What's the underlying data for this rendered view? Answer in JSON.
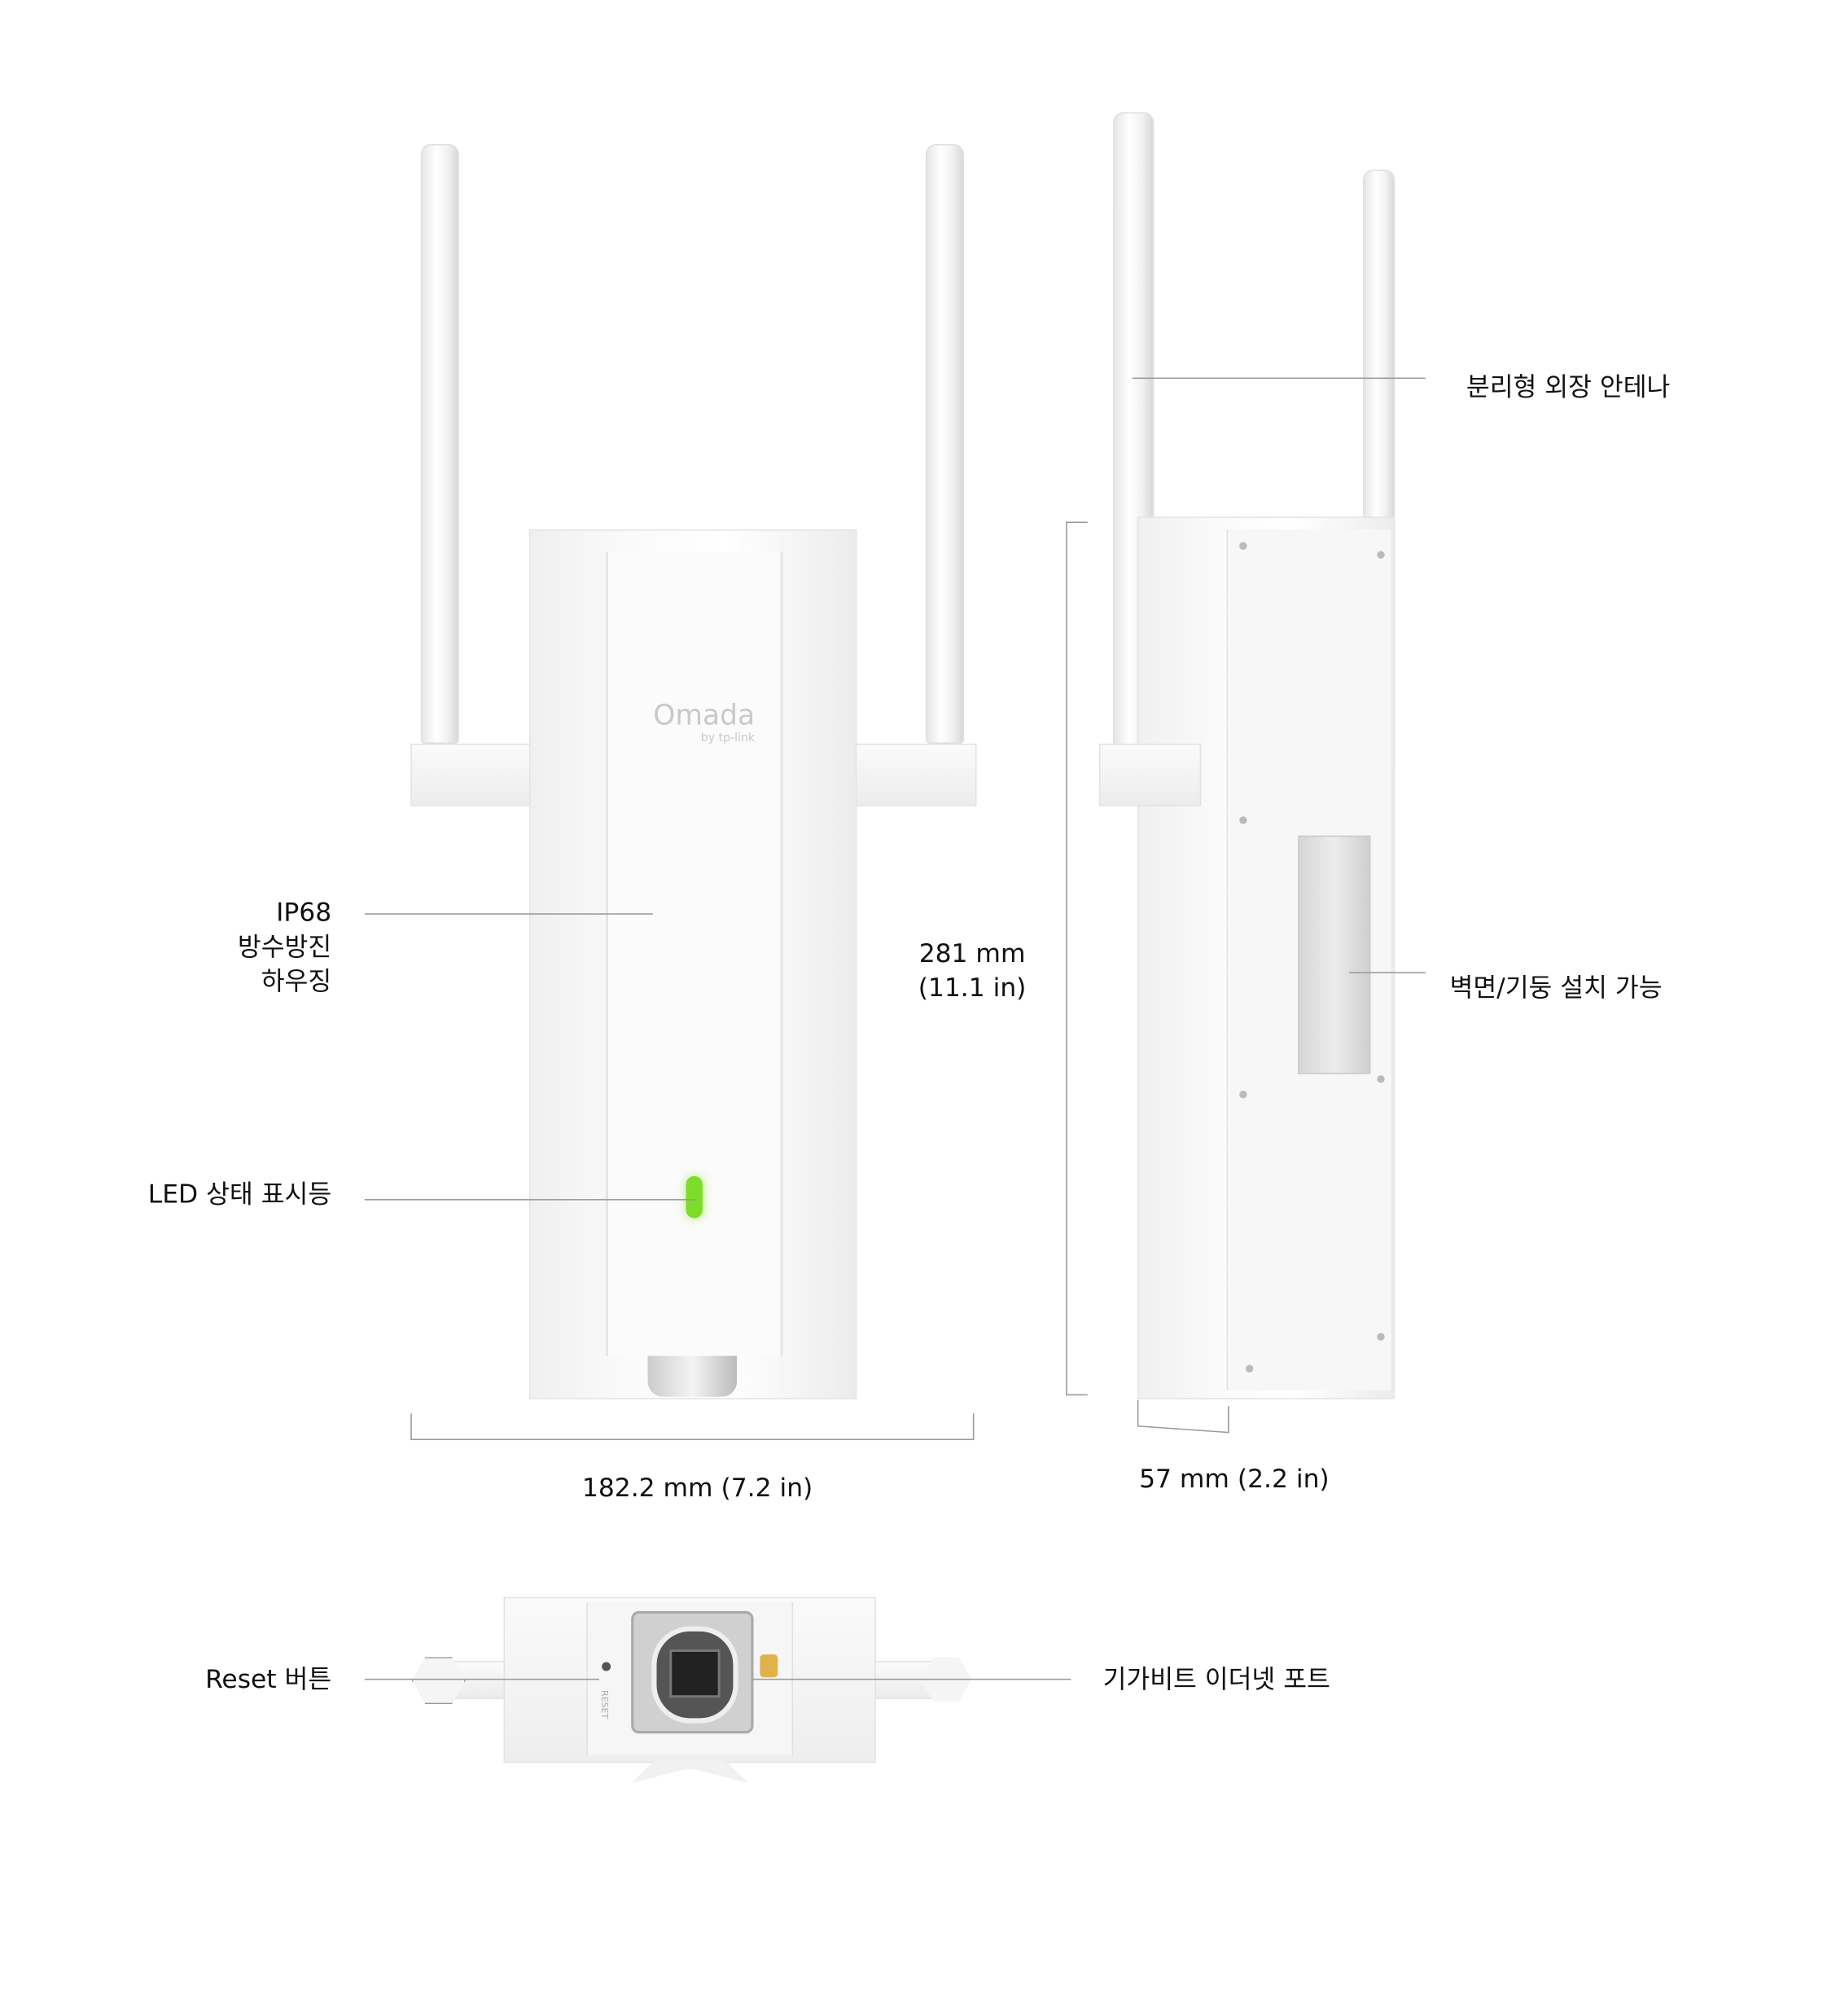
{
  "front_view": {
    "brand_logo": "Omada",
    "brand_sub": "by tp-link",
    "callouts": {
      "housing": [
        "IP68",
        "방수방진",
        "하우징"
      ],
      "led": "LED 상태 표시등"
    },
    "height_dimension": [
      "281 mm",
      "(11.1 in)"
    ],
    "width_dimension": "182.2 mm (7.2 in)",
    "led_color": "#7ddc2a"
  },
  "side_view": {
    "callouts": {
      "antenna": "분리형 외장 안테나",
      "mount": "벽면/기둥 설치 가능"
    },
    "depth_dimension": "57 mm (2.2 in)"
  },
  "bottom_view": {
    "callouts": {
      "reset": "Reset 버튼",
      "ethernet": "기가비트 이더넷 포트"
    },
    "reset_engraving": "RESET"
  }
}
